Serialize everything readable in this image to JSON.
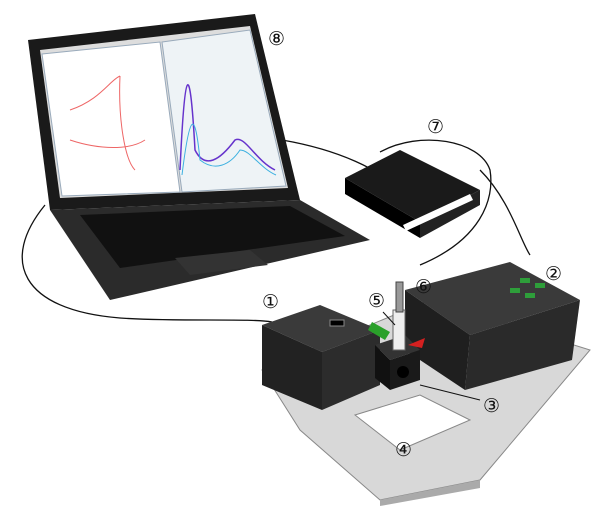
{
  "callouts": {
    "c1": "①",
    "c2": "②",
    "c3": "③",
    "c4": "④",
    "c5": "⑤",
    "c6": "⑥",
    "c7": "⑦",
    "c8": "⑧"
  },
  "colors": {
    "device_body": "#2a2a2a",
    "base_plate": "#d8d8d8",
    "screen_bg": "#ffffff",
    "led_green": "#2e9e3a",
    "arrow_red": "#d42020",
    "arrow_green": "#2aa02a"
  }
}
